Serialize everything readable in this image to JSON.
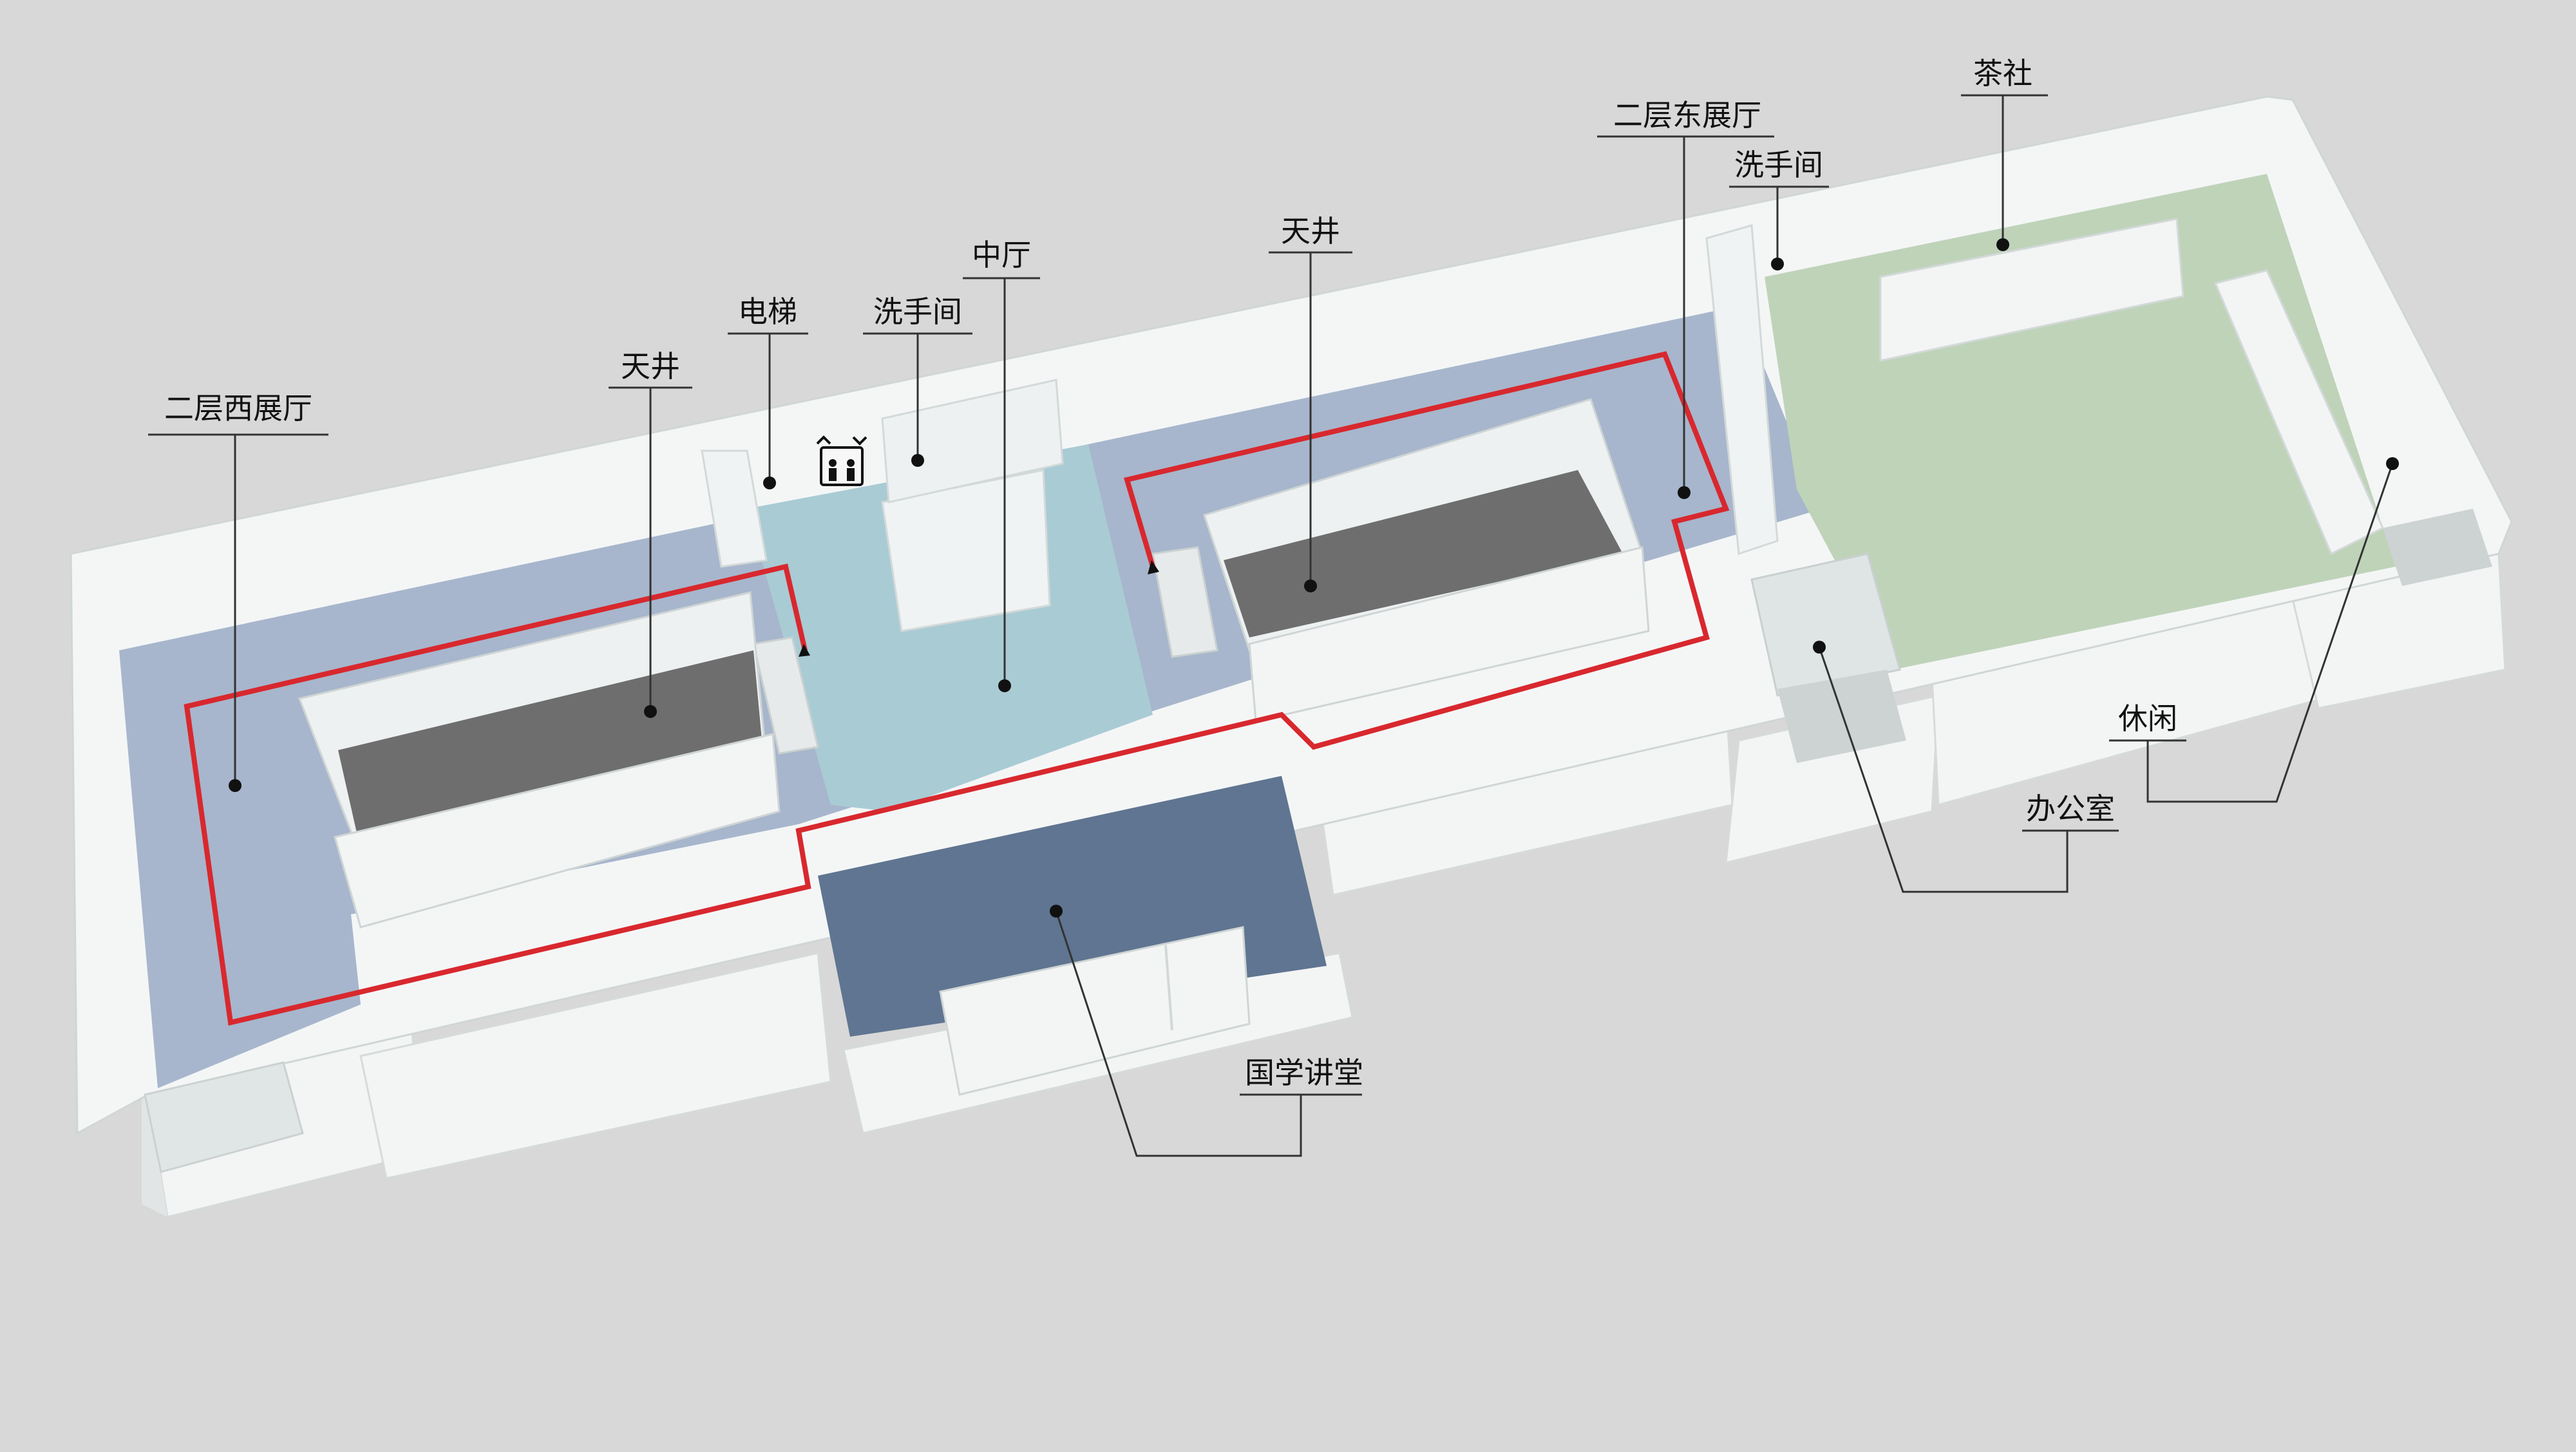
{
  "diagram": {
    "labels": {
      "west_hall": "二层西展厅",
      "atrium_west": "天井",
      "elevator": "电梯",
      "restroom_center": "洗手间",
      "central_hall": "中厅",
      "atrium_east": "天井",
      "east_hall": "二层东展厅",
      "restroom_east": "洗手间",
      "tea_house": "茶社",
      "leisure": "休闲",
      "office": "办公室",
      "lecture_hall": "国学讲堂"
    },
    "colors": {
      "background": "#d8d8d8",
      "wall": "#f4f6f6",
      "wall_shade": "#e2e6e6",
      "exhibition_floor": "#a7b6cc",
      "central_floor": "#a9cbd4",
      "atrium_void": "#6e6e6e",
      "lecture_floor": "#5f7591",
      "tea_floor": "#bfd3b9",
      "route": "#d8282e",
      "leader_line": "#333333"
    },
    "icons": [
      "elevator-icon",
      "route-arrow-icon"
    ]
  }
}
